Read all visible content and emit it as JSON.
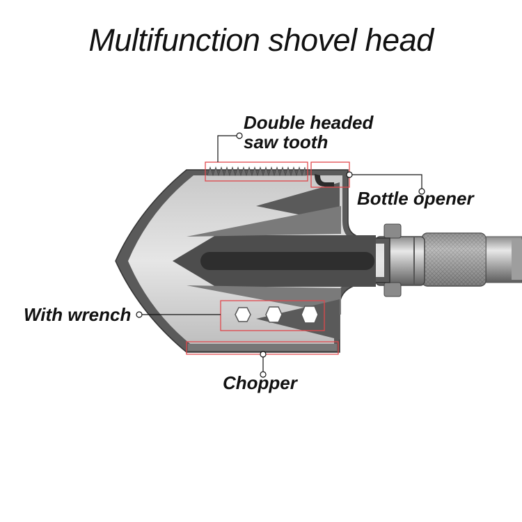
{
  "title": "Multifunction shovel head",
  "labels": {
    "saw_line1": "Double headed",
    "saw_line2": "saw tooth",
    "bottle_opener": "Bottle opener",
    "wrench": "With wrench",
    "chopper": "Chopper"
  },
  "colors": {
    "callout_box": "#e0474c",
    "leader_line": "#111111",
    "blade_dark": "#4a4a4a",
    "blade_light": "#d4d4d4",
    "blade_mid": "#8a8a8a"
  }
}
